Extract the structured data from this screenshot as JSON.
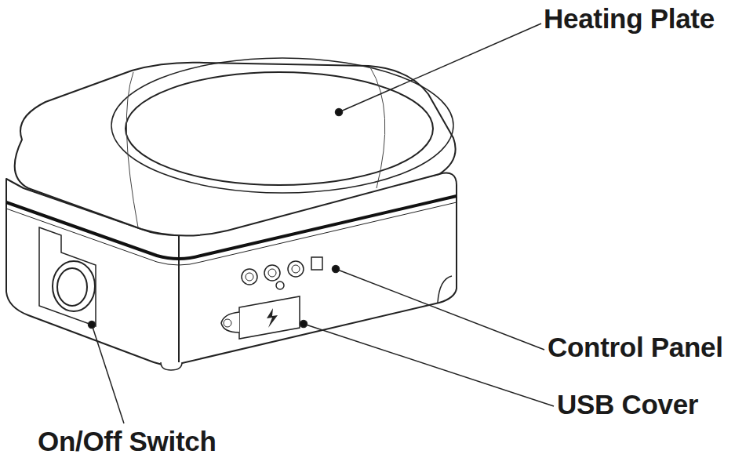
{
  "diagram": {
    "labels": [
      "Heating Plate",
      "Control Panel",
      "USB Cover",
      "On/Off Switch"
    ]
  }
}
